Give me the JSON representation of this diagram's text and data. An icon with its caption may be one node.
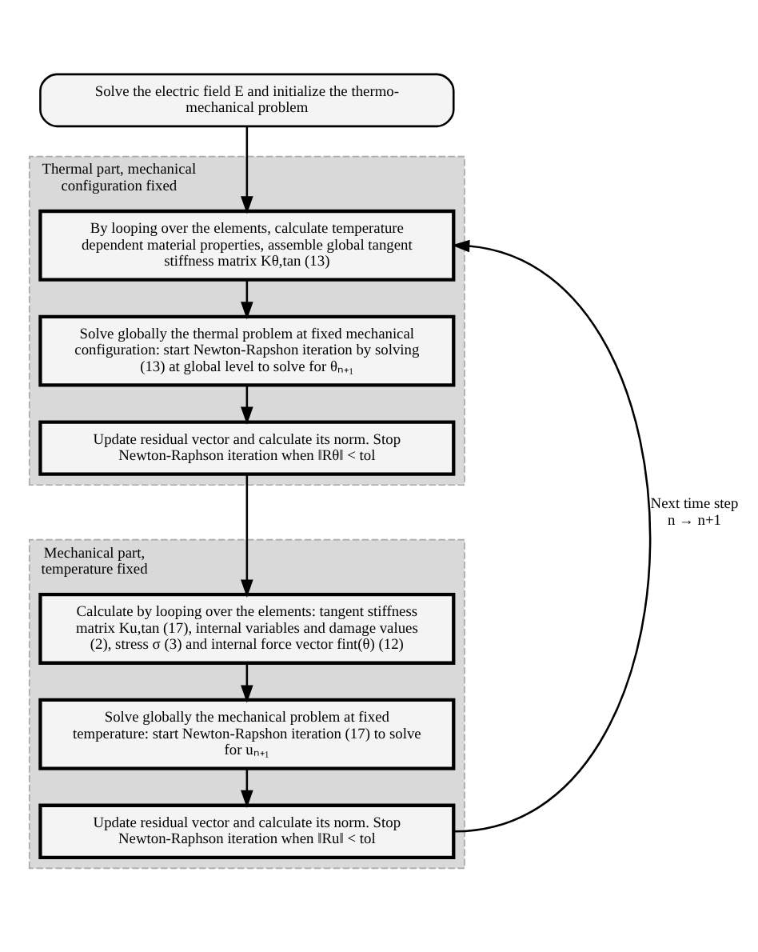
{
  "diagram": {
    "nodes": [
      {
        "text": [
          "Solve the electric field E and initialize the thermo-mechanical problem"
        ]
      },
      {
        "text": [
          "Thermal part, mechanical configuration fixed"
        ]
      },
      {
        "text": [
          "By looping over the elements, calculate temperature dependent material properties, assemble global tangent stiffness matrix Kθ,tan (13)"
        ],
        "in": 1
      },
      {
        "text": [
          "Solve globally the thermal problem at fixed mechanical configuration: start Newton-Rapshon iteration by solving (13) at global level to solve for θₙ₊₁"
        ],
        "in": 1
      },
      {
        "text": [
          "Update residual vector and calculate its norm. Stop Newton-Raphson iteration when ‖Rθ‖ < tol"
        ],
        "in": 1
      },
      {
        "text": [
          "Mechanical part, temperature fixed"
        ]
      },
      {
        "text": [
          "Calculate by looping over the elements: tangent stiffness matrix Ku,tan (17), internal variables and damage values (2), stress σ (3) and internal force vector fint(θ) (12)"
        ],
        "in": 5
      },
      {
        "text": [
          "Solve globally the mechanical problem at fixed temperature: start Newton-Rapshon iteration (17) to solve for uₙ₊₁"
        ],
        "in": 5
      },
      {
        "text": [
          "Update residual vector and calculate its norm. Stop Newton-Raphson iteration when ‖Ru‖ < tol"
        ],
        "in": 5
      }
    ],
    "edges": [
      {
        "from": 0,
        "to": 2,
        "arrow": "to"
      },
      {
        "from": 2,
        "to": 3,
        "arrow": "to"
      },
      {
        "from": 3,
        "to": 4,
        "arrow": "to"
      },
      {
        "from": 4,
        "to": 6,
        "arrow": "to"
      },
      {
        "from": 6,
        "to": 7,
        "arrow": "to"
      },
      {
        "from": 7,
        "to": 8,
        "arrow": "to"
      },
      {
        "from": 8,
        "to": 2,
        "arrow": "to",
        "label": "Next time step n → n+1"
      }
    ]
  }
}
